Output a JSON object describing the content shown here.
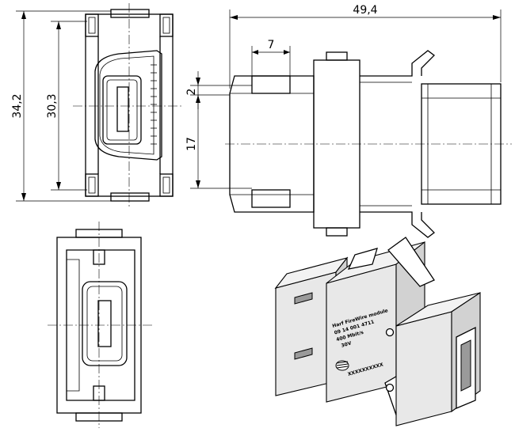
{
  "dimensions": {
    "overall_height": "34,2",
    "inner_height": "30,3",
    "overall_length": "49,4",
    "tab_width": "7",
    "tab_height": "2",
    "body_height": "17"
  },
  "module_label": {
    "line1": "Harf FireWire module",
    "line2": "09 14 001 4711",
    "line3": "400 Mbit/s",
    "line4": "30V",
    "serial": "XXXXXXXXXX"
  }
}
